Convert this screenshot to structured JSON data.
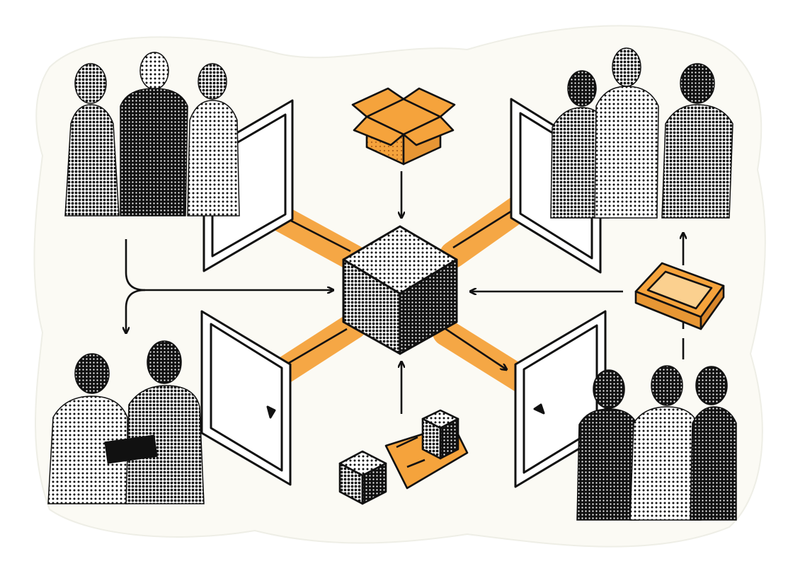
{
  "colors": {
    "accent": "#f5a33c",
    "ink": "#111111",
    "paper": "#fbfaf4",
    "background": "#ffffff",
    "halftone_light": "#cfcfcf",
    "halftone_dark": "#3a3a3a"
  },
  "diagram": {
    "center": {
      "kind": "cube",
      "icon": "central-cube-icon"
    },
    "groups": [
      {
        "id": "top-left",
        "icon": "people-group-icon",
        "people": 3
      },
      {
        "id": "top-right",
        "icon": "people-group-icon",
        "people": 3
      },
      {
        "id": "bottom-left",
        "icon": "people-group-icon",
        "people": 2
      },
      {
        "id": "bottom-right",
        "icon": "people-group-icon",
        "people": 3
      }
    ],
    "doors": [
      {
        "id": "top-left",
        "icon": "door-icon"
      },
      {
        "id": "top-right",
        "icon": "door-icon"
      },
      {
        "id": "bottom-left",
        "icon": "door-icon"
      },
      {
        "id": "bottom-right",
        "icon": "door-icon"
      }
    ],
    "objects": [
      {
        "id": "top",
        "icon": "open-box-icon"
      },
      {
        "id": "right",
        "icon": "open-tray-icon"
      },
      {
        "id": "bottom",
        "icon": "connected-cubes-icon"
      }
    ]
  }
}
